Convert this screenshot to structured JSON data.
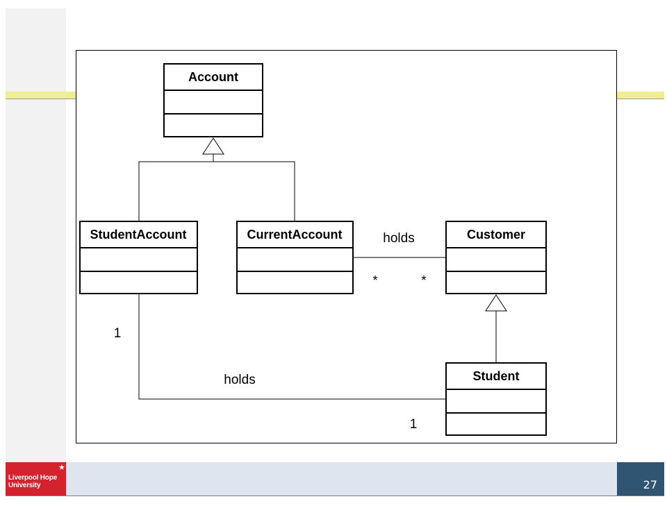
{
  "slide": {
    "page_number": "27",
    "logo_text": "Liverpool Hope University"
  },
  "diagram": {
    "classes": [
      {
        "id": "account",
        "name": "Account"
      },
      {
        "id": "student-account",
        "name": "StudentAccount"
      },
      {
        "id": "current-account",
        "name": "CurrentAccount"
      },
      {
        "id": "customer",
        "name": "Customer"
      },
      {
        "id": "student",
        "name": "Student"
      }
    ],
    "associations": [
      {
        "id": "current-customer",
        "label": "holds",
        "source_multiplicity": "*",
        "target_multiplicity": "*"
      },
      {
        "id": "studentaccount-student",
        "label": "holds",
        "source_multiplicity": "1",
        "target_multiplicity": "1"
      }
    ],
    "generalizations": [
      {
        "parent": "Account",
        "children": [
          "StudentAccount",
          "CurrentAccount"
        ]
      },
      {
        "parent": "Customer",
        "children": [
          "Student"
        ]
      }
    ]
  },
  "colors": {
    "accent_yellow": "#f0ee93",
    "logo_red": "#d4232f",
    "page_number_bg": "#2f5572",
    "footer_bg": "#dfe5ee"
  }
}
